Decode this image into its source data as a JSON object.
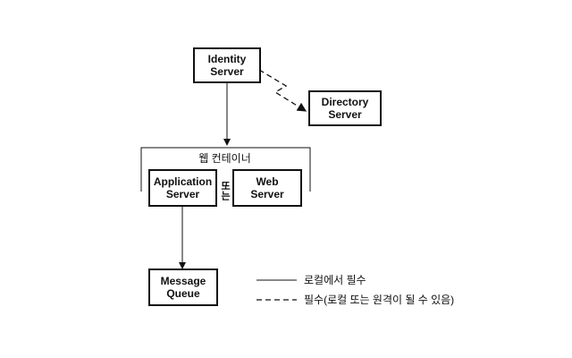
{
  "nodes": {
    "identity_server": "Identity\nServer",
    "directory_server": "Directory\nServer",
    "application_server": "Application\nServer",
    "web_server": "Web\nServer",
    "message_queue": "Message\nQueue"
  },
  "container_label": "웹 컨테이너",
  "or_label": "또는",
  "legend": {
    "solid": "로컬에서 필수",
    "dashed": "필수(로컬 또는 원격이 될 수 있음)"
  }
}
